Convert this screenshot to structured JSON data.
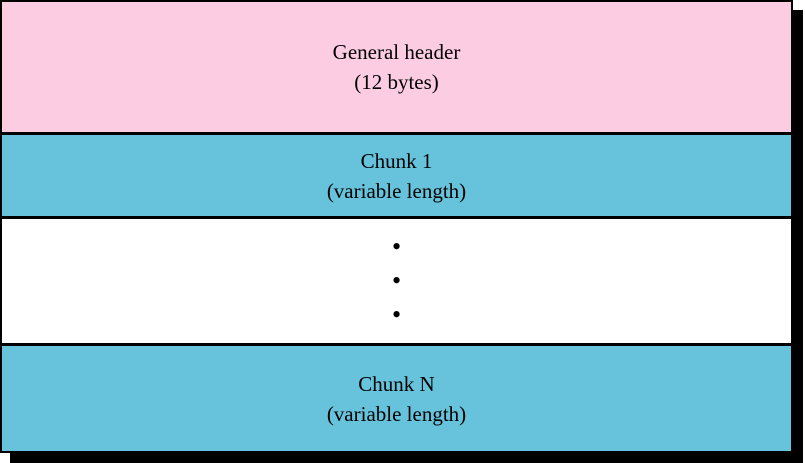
{
  "diagram": {
    "colors": {
      "header_bg": "#fccde2",
      "chunk_bg": "#66c3db",
      "ellipsis_bg": "#ffffff",
      "border": "#000000",
      "shadow": "#000000",
      "text": "#000000"
    },
    "sections": [
      {
        "name": "general-header",
        "line1": "General header",
        "line2": "(12 bytes)",
        "bg": "#fccde2"
      },
      {
        "name": "chunk-1",
        "line1": "Chunk 1",
        "line2": "(variable length)",
        "bg": "#66c3db"
      },
      {
        "name": "ellipsis",
        "dot": "•",
        "dot_count": 3,
        "bg": "#ffffff"
      },
      {
        "name": "chunk-n",
        "line1": "Chunk N",
        "line2": "(variable length)",
        "bg": "#66c3db"
      }
    ]
  }
}
